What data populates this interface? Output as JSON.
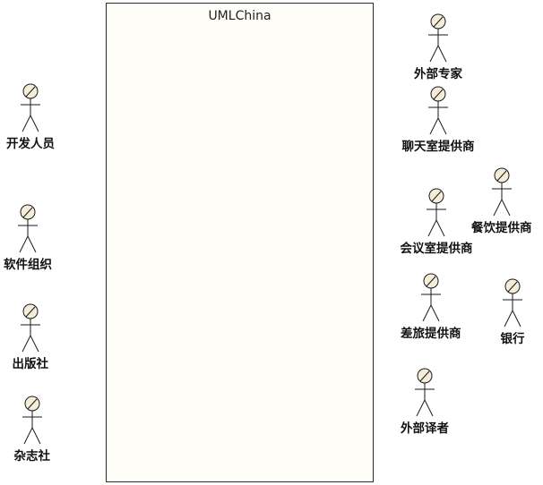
{
  "diagram": {
    "boundary": {
      "title": "UMLChina"
    },
    "actors": [
      {
        "id": "developers",
        "label": "开发人员"
      },
      {
        "id": "software-org",
        "label": "软件组织"
      },
      {
        "id": "publisher",
        "label": "出版社"
      },
      {
        "id": "magazine",
        "label": "杂志社"
      },
      {
        "id": "external-experts",
        "label": "外部专家"
      },
      {
        "id": "chatroom-provider",
        "label": "聊天室提供商"
      },
      {
        "id": "catering-provider",
        "label": "餐饮提供商"
      },
      {
        "id": "meeting-room-provider",
        "label": "会议室提供商"
      },
      {
        "id": "travel-provider",
        "label": "差旅提供商"
      },
      {
        "id": "bank",
        "label": "银行"
      },
      {
        "id": "external-translators",
        "label": "外部译者"
      }
    ]
  },
  "colors": {
    "boundary_fill": "#fffdf7",
    "actor_head_fill": "#f5ecd9",
    "line": "#1a1a1a"
  }
}
